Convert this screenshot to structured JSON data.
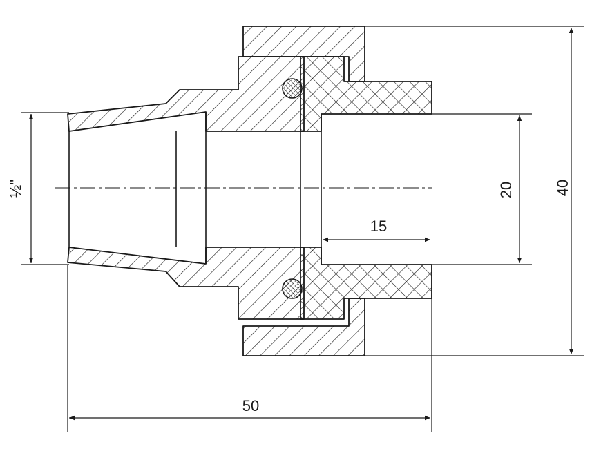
{
  "drawing": {
    "stroke_color": "#1a1a1a",
    "background": "#ffffff",
    "hatch_metal": "diagonal",
    "hatch_plastic": "cross-hatch",
    "oring_hatch": "cross-hatch"
  },
  "dimensions": {
    "thread_size": "½\"",
    "pipe_bore": "20",
    "socket_depth": "15",
    "overall_length": "50",
    "overall_height": "40"
  }
}
